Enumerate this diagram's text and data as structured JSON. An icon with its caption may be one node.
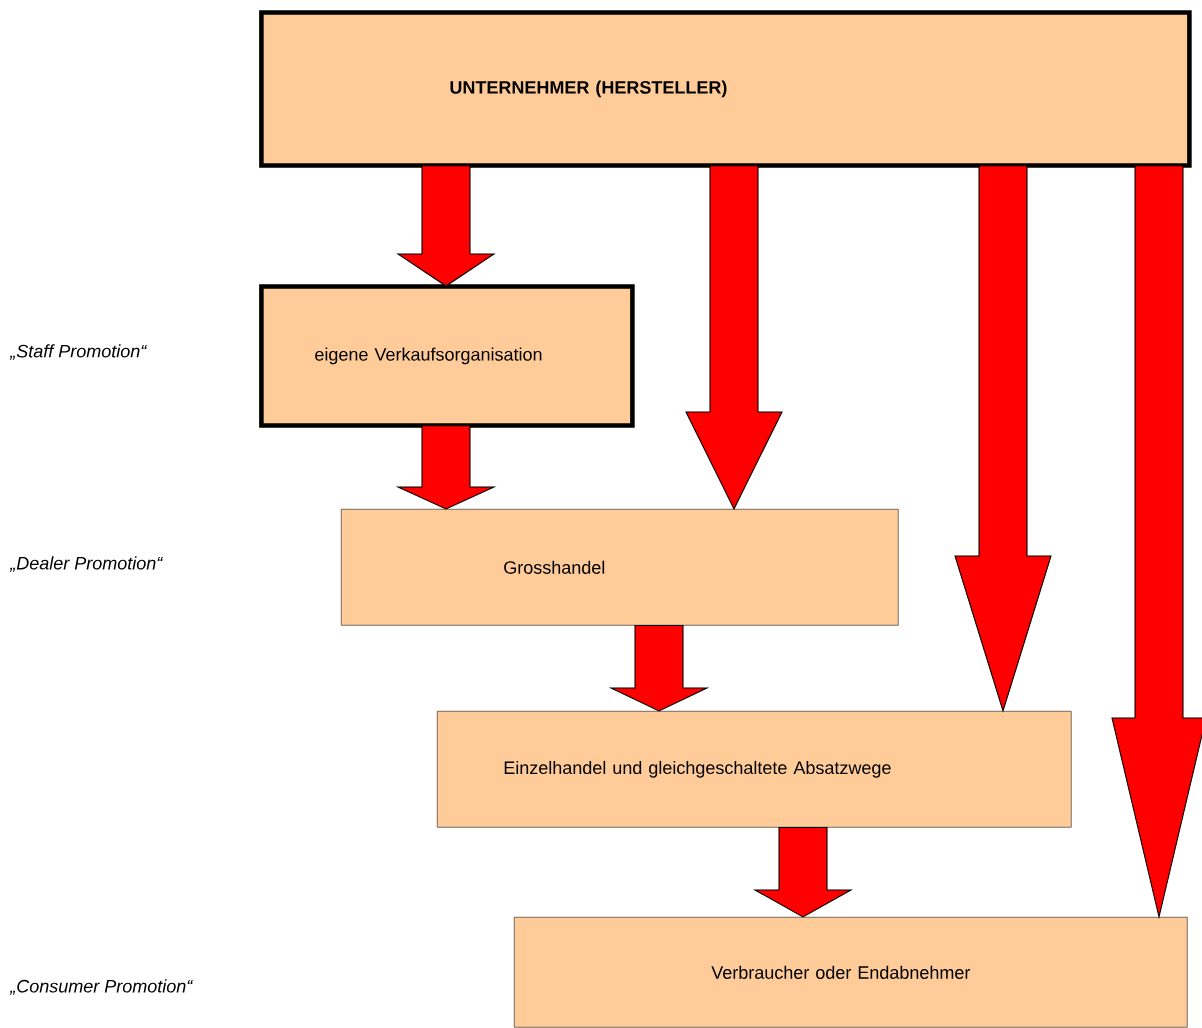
{
  "diagram": {
    "nodes": [
      {
        "text": [
          "UNTERNEHMER (HERSTELLER)"
        ]
      },
      {
        "text": [
          "eigene Verkaufsorganisation"
        ]
      },
      {
        "text": [
          "Grosshandel"
        ]
      },
      {
        "text": [
          "Einzelhandel und gleichgeschaltete Absatzwege"
        ]
      },
      {
        "text": [
          "Verbraucher oder Endabnehmer"
        ]
      }
    ],
    "edges": [
      {
        "from": 0,
        "to": 1,
        "arrow": "to"
      },
      {
        "from": 1,
        "to": 2,
        "arrow": "to"
      },
      {
        "from": 0,
        "to": 2,
        "arrow": "to"
      },
      {
        "from": 2,
        "to": 3,
        "arrow": "to"
      },
      {
        "from": 0,
        "to": 3,
        "arrow": "to"
      },
      {
        "from": 3,
        "to": 4,
        "arrow": "to"
      },
      {
        "from": 0,
        "to": 4,
        "arrow": "to"
      }
    ],
    "labels": [
      "„Staff Promotion“",
      "„Dealer Promotion“",
      "„Consumer Promotion“"
    ]
  }
}
